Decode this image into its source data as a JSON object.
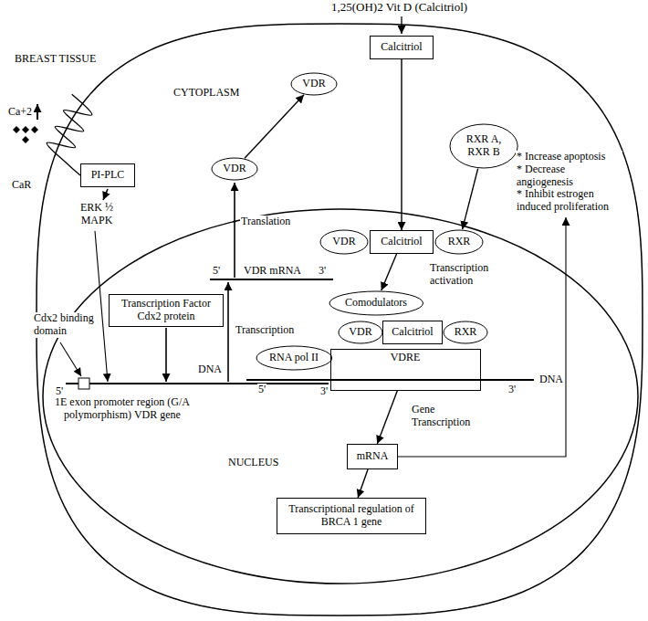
{
  "diagram": {
    "nodes": [
      {
        "text": [
          "CYTOPLASM"
        ]
      },
      {
        "text": [
          "Calcitriol"
        ],
        "in": 0
      },
      {
        "text": [
          "VDR"
        ],
        "in": 0
      },
      {
        "text": [
          "PI-PLC"
        ],
        "in": 0
      },
      {
        "text": [
          "RXR A, RXR B"
        ],
        "in": 0
      },
      {
        "text": [
          "VDR"
        ],
        "in": 0
      },
      {
        "text": [
          "NUCLEUS"
        ],
        "in": 0
      },
      {
        "text": [
          "Transcription Factor Cdx2 protein"
        ],
        "in": 6
      },
      {
        "text": [
          "VDR"
        ],
        "in": 6
      },
      {
        "text": [
          "Calcitriol"
        ],
        "in": 6
      },
      {
        "text": [
          "RXR"
        ],
        "in": 6
      },
      {
        "text": [
          "Comodulators"
        ],
        "in": 6
      },
      {
        "text": [
          "VDR"
        ],
        "in": 6
      },
      {
        "text": [
          "Calcitriol"
        ],
        "in": 6
      },
      {
        "text": [
          "RXR"
        ],
        "in": 6
      },
      {
        "text": [
          "RNA pol II"
        ],
        "in": 6
      },
      {
        "text": [
          "VDRE"
        ],
        "in": 6
      },
      {
        "text": [
          "mRNA"
        ],
        "in": 6
      },
      {
        "text": [
          "Transcriptional regulation of BRCA 1 gene"
        ],
        "in": 6
      }
    ],
    "edges": [
      {
        "from": 5,
        "to": 2,
        "arrow": "to"
      },
      {
        "from": 1,
        "to": 9,
        "arrow": "to"
      },
      {
        "from": 4,
        "to": 10,
        "arrow": "to"
      },
      {
        "from": 9,
        "to": 11,
        "arrow": "to",
        "label": "Transcription activation"
      },
      {
        "from": 16,
        "to": 17,
        "arrow": "to",
        "label": "Gene Transcription"
      },
      {
        "from": 17,
        "to": 18,
        "arrow": "to"
      }
    ],
    "labels": [
      "BREAST TISSUE",
      "1,25(OH)2 Vit D (Calcitriol)",
      "Ca+2",
      "CaR",
      "ERK ½ MAPK",
      "Translation",
      "5'",
      "VDR mRNA",
      "3'",
      "Transcription",
      "DNA",
      "Cdx2 binding domain",
      "5'",
      "3'",
      "1E exon promoter region (G/A polymorphism) VDR gene",
      "5'",
      "3'",
      "DNA",
      "* Increase apoptosis",
      "* Decrease angiogenesis",
      "* Inhibit estrogen induced proliferation"
    ]
  }
}
